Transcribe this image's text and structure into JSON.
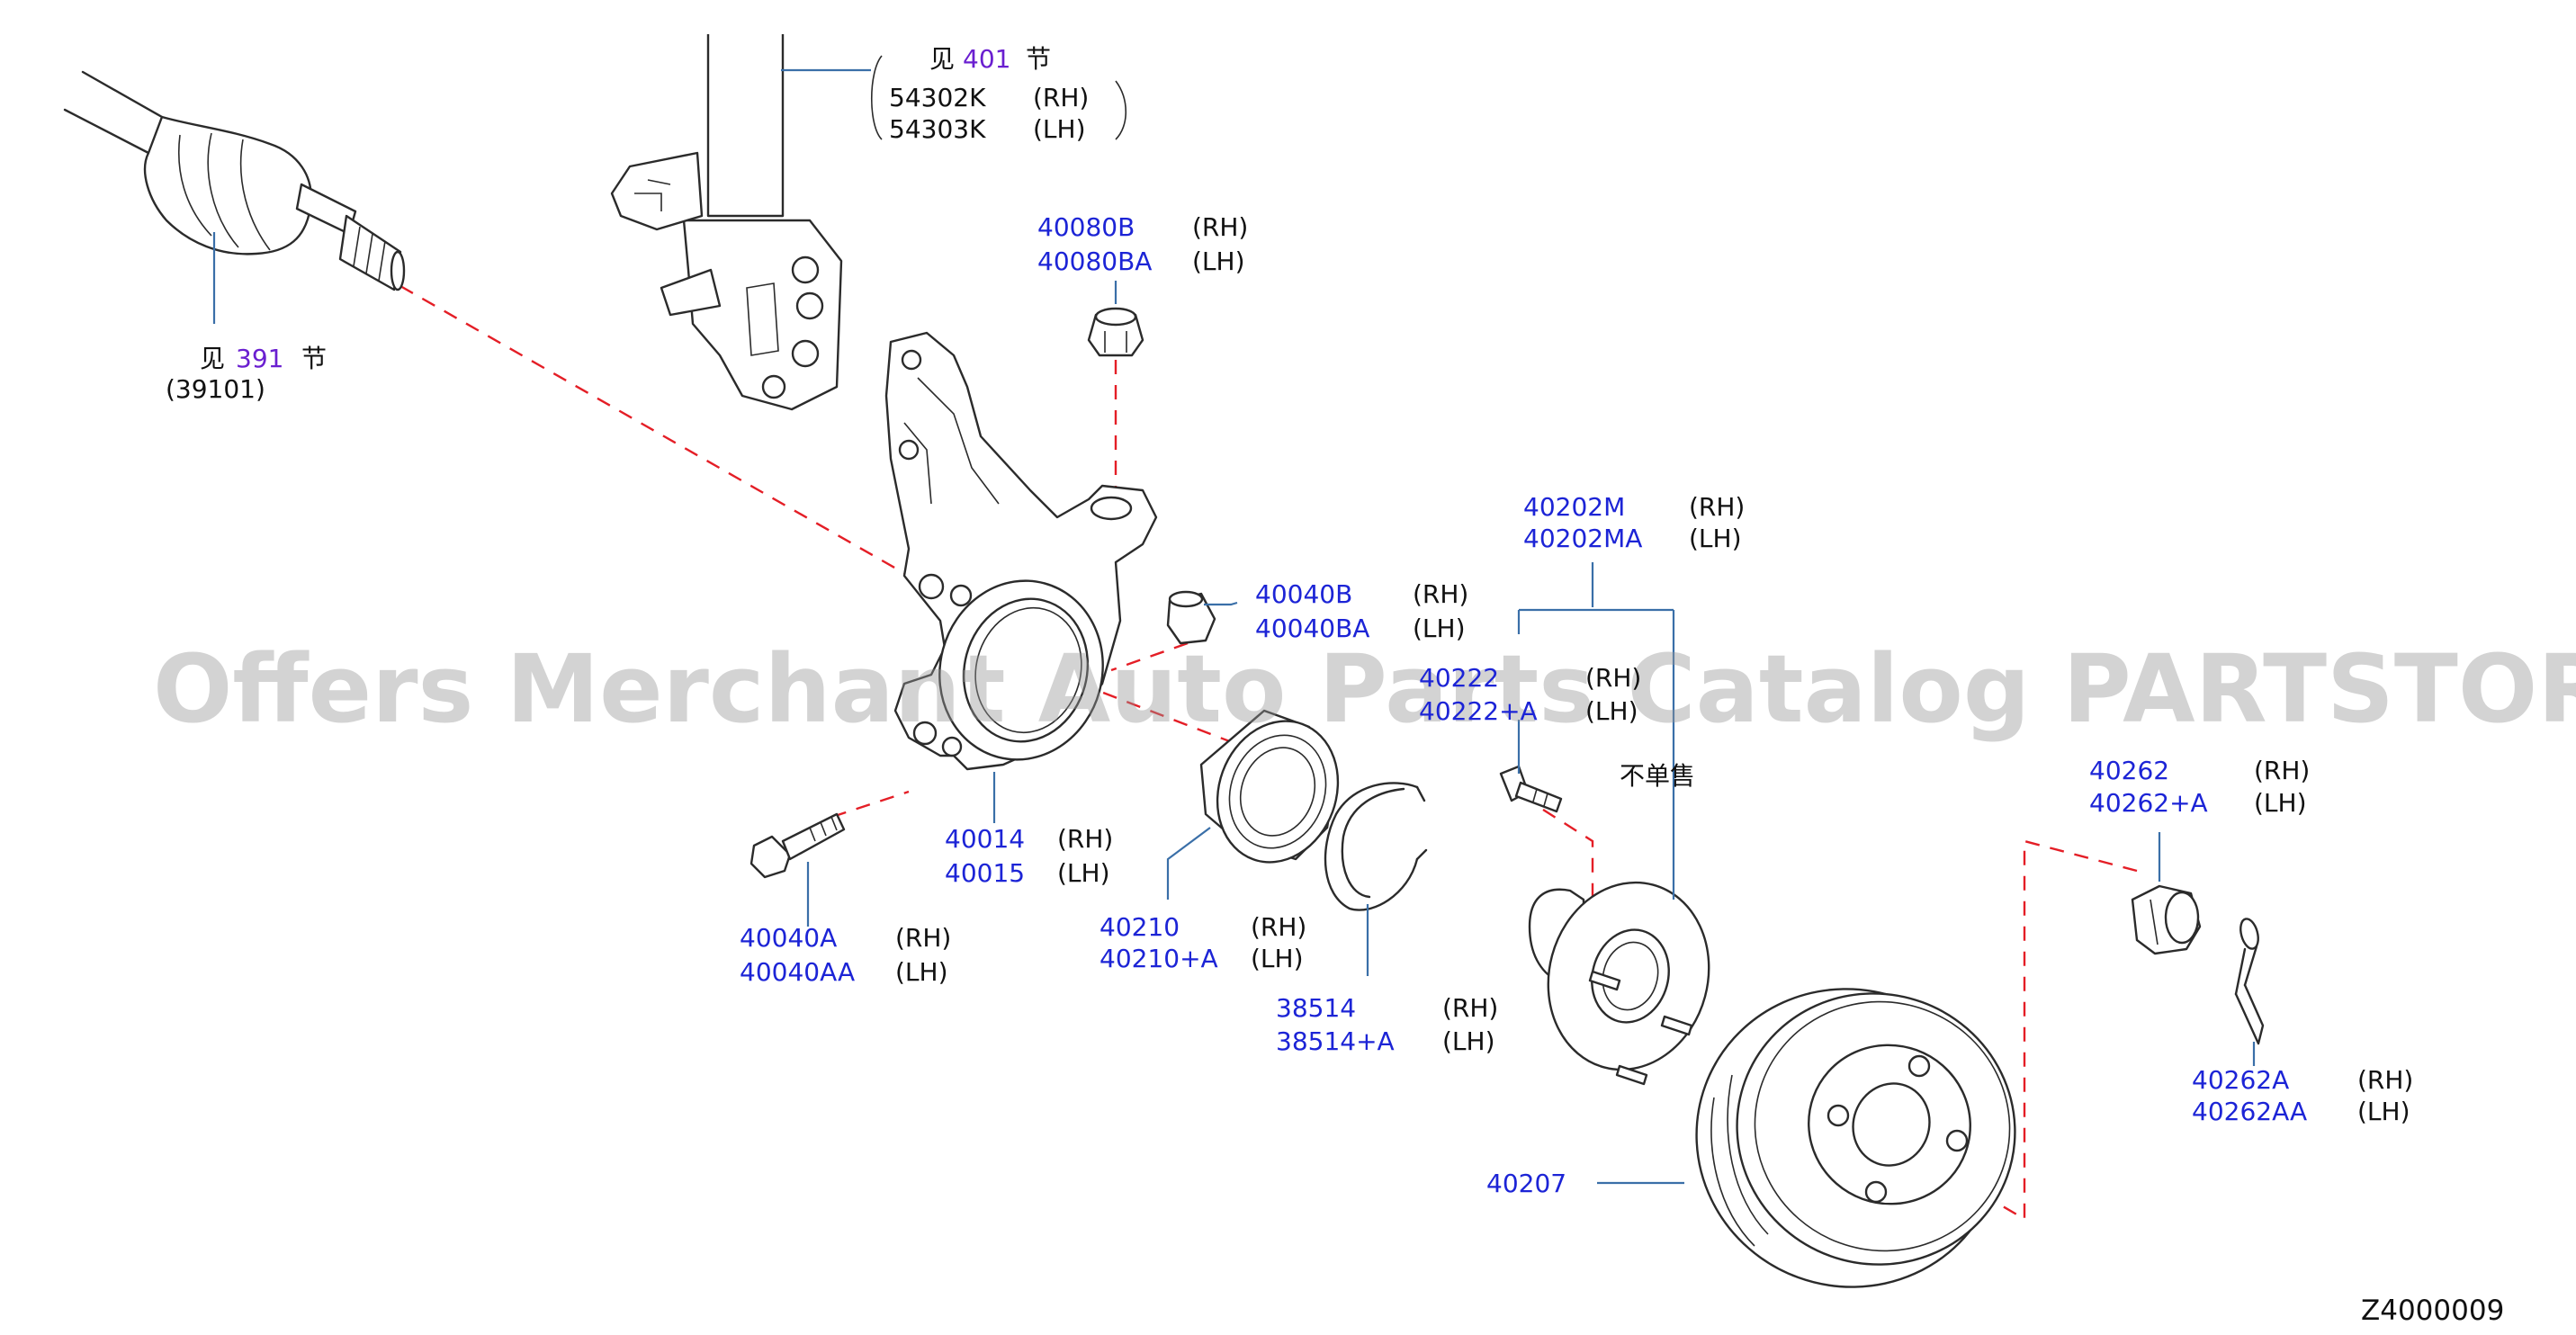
{
  "watermark": "Offers Merchant Auto Parts Catalog PARTSTORE.SA",
  "diagram_code": "Z4000009",
  "colors": {
    "part_number": "#1c24d6",
    "section_ref": "#6a1fd0",
    "leader": "#3a6fa8",
    "assembly_line": "#e41e26"
  },
  "callouts": {
    "strut": {
      "see": "见",
      "section": "401",
      "node": "节",
      "rh": "54302K",
      "lh": "54303K",
      "rh_tag": "(RH)",
      "lh_tag": "(LH)"
    },
    "driveshaft": {
      "see": "见",
      "section": "391",
      "node": "节",
      "part": "(39101)"
    },
    "nut_top": {
      "rh": "40080B",
      "lh": "40080BA",
      "rh_tag": "(RH)",
      "lh_tag": "(LH)"
    },
    "nut_mid": {
      "rh": "40040B",
      "lh": "40040BA",
      "rh_tag": "(RH)",
      "lh_tag": "(LH)"
    },
    "knuckle": {
      "rh": "40014",
      "lh": "40015",
      "rh_tag": "(RH)",
      "lh_tag": "(LH)"
    },
    "bolt": {
      "rh": "40040A",
      "lh": "40040AA",
      "rh_tag": "(RH)",
      "lh_tag": "(LH)"
    },
    "bearing": {
      "rh": "40210",
      "lh": "40210+A",
      "rh_tag": "(RH)",
      "lh_tag": "(LH)"
    },
    "snap_ring": {
      "rh": "38514",
      "lh": "38514+A",
      "rh_tag": "(RH)",
      "lh_tag": "(LH)"
    },
    "hub": {
      "rh": "40202M",
      "lh": "40202MA",
      "rh_tag": "(RH)",
      "lh_tag": "(LH)"
    },
    "stud": {
      "rh": "40222",
      "lh": "40222+A",
      "rh_tag": "(RH)",
      "lh_tag": "(LH)",
      "note": "不单售"
    },
    "rotor": {
      "part": "40207"
    },
    "hub_nut": {
      "rh": "40262",
      "lh": "40262+A",
      "rh_tag": "(RH)",
      "lh_tag": "(LH)"
    },
    "cotter_pin": {
      "rh": "40262A",
      "lh": "40262AA",
      "rh_tag": "(RH)",
      "lh_tag": "(LH)"
    }
  }
}
